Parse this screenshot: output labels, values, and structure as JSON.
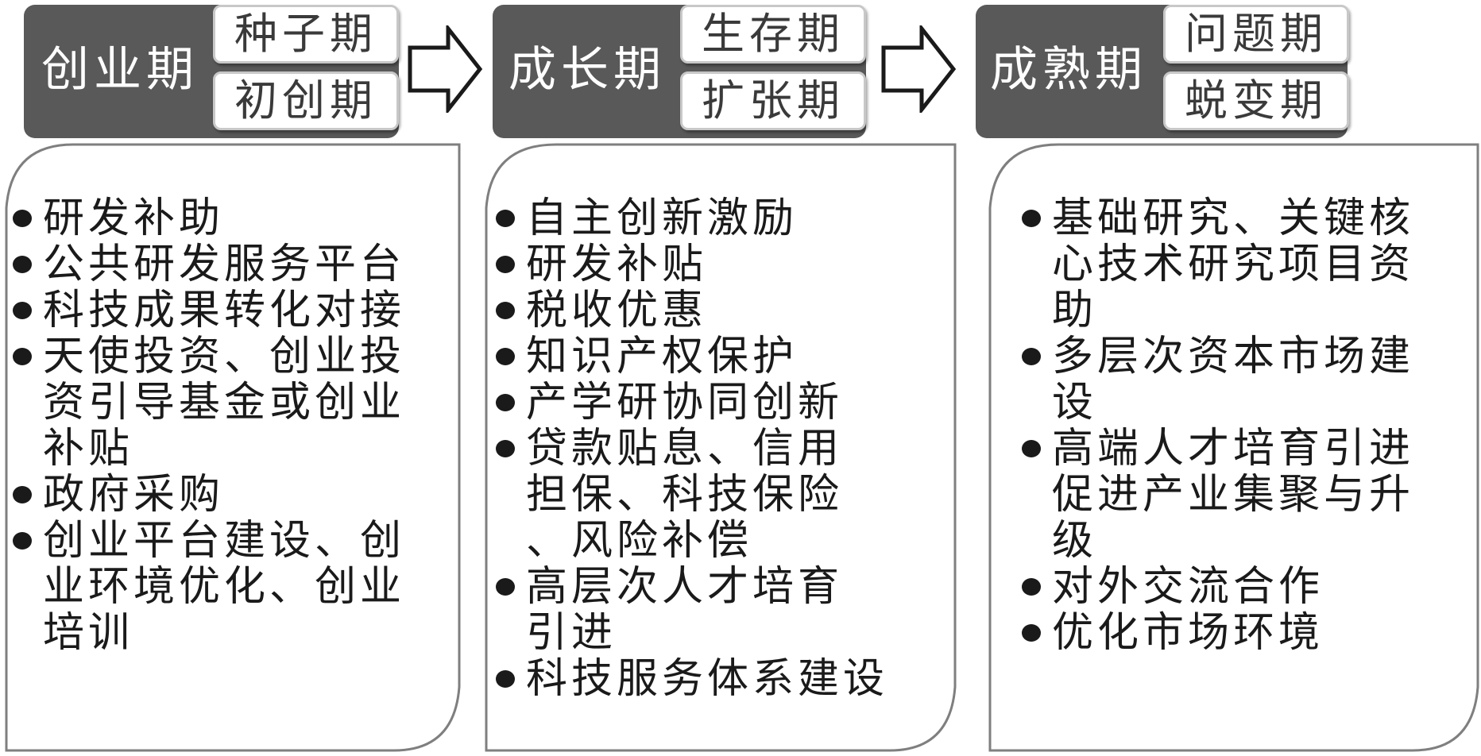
{
  "stages": [
    {
      "phase": "创业期",
      "sub_phases": [
        "种子期",
        "初创期"
      ],
      "measures": [
        "研发补助",
        "公共研发服务平台",
        "科技成果转化对接",
        "天使投资、创业投\n资引导基金或创业\n补贴",
        "政府采购",
        "创业平台建设、创\n业环境优化、创业\n培训"
      ]
    },
    {
      "phase": "成长期",
      "sub_phases": [
        "生存期",
        "扩张期"
      ],
      "measures": [
        "自主创新激励",
        "研发补贴",
        "税收优惠",
        "知识产权保护",
        "产学研协同创新",
        "贷款贴息、信用\n担保、科技保险\n、风险补偿",
        "高层次人才培育\n引进",
        "科技服务体系建设"
      ]
    },
    {
      "phase": "成熟期",
      "sub_phases": [
        "问题期",
        "蜕变期"
      ],
      "measures": [
        "基础研究、关键核\n心技术研究项目资\n助",
        "多层次资本市场建\n设",
        "高端人才培育引进\n促进产业集聚与升\n级",
        "对外交流合作",
        "优化市场环境"
      ]
    }
  ],
  "colors": {
    "phase_box": "#595959",
    "sub_box_border": "#c8c8c8",
    "outline": "#7f7f7f"
  }
}
